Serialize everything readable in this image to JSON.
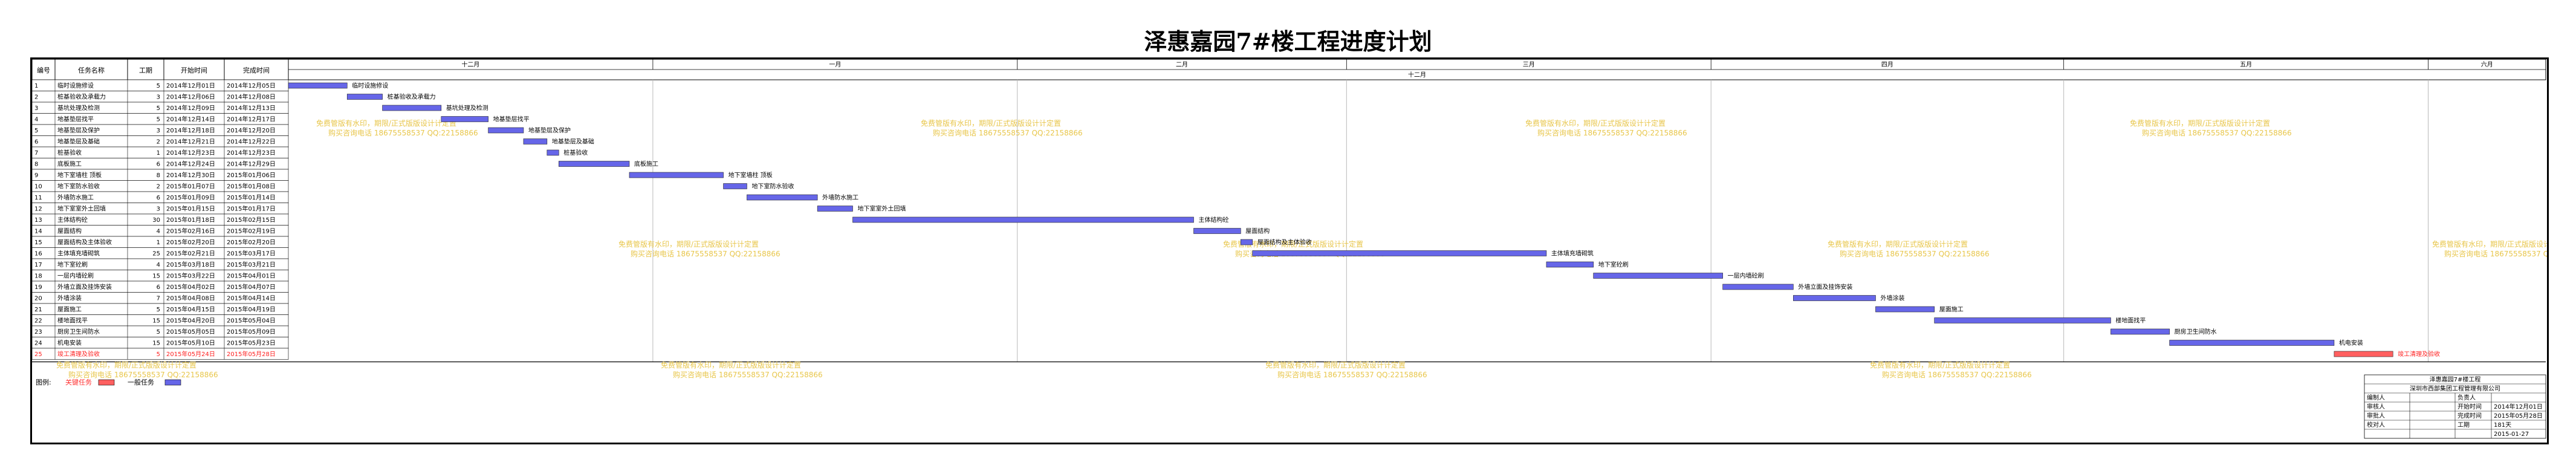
{
  "title": "泽惠嘉园7#楼工程进度计划",
  "headers": {
    "no": "编号",
    "task": "任务名称",
    "duration": "工期",
    "start": "开始时间",
    "end": "完成时间"
  },
  "timescale": {
    "months": [
      {
        "label": "十二月",
        "start": "2014-12-01",
        "end": "2014-12-31"
      },
      {
        "label": "一月",
        "start": "2015-01-01",
        "end": "2015-01-31"
      },
      {
        "label": "二月",
        "start": "2015-02-01",
        "end": "2015-02-28"
      },
      {
        "label": "三月",
        "start": "2015-03-01",
        "end": "2015-03-31"
      },
      {
        "label": "四月",
        "start": "2015-04-01",
        "end": "2015-04-30"
      },
      {
        "label": "五月",
        "start": "2015-05-01",
        "end": "2015-05-31"
      },
      {
        "label": "六月",
        "start": "2015-06-01",
        "end": "2015-06-10"
      }
    ],
    "sub_label": "十二月"
  },
  "watermark": {
    "line1": "免费管版有水印，期限/正式版版设计计定置",
    "line2": "购买咨询电话 18675558537 QQ:22158866"
  },
  "legend": {
    "label": "图例:",
    "critical": "关键任务",
    "normal": "一般任务"
  },
  "info": {
    "project": "泽惠嘉园7#楼工程",
    "company": "深圳市西部集团工程管理有限公司",
    "rows": [
      [
        "编制人",
        "",
        "负责人",
        ""
      ],
      [
        "审核人",
        "",
        "开始时间",
        "2014年12月01日"
      ],
      [
        "审批人",
        "",
        "完成时间",
        "2015年05月28日"
      ],
      [
        "校对人",
        "",
        "工期",
        "181天"
      ],
      [
        "",
        "",
        "",
        "2015-01-27"
      ]
    ]
  },
  "colors": {
    "normal": "#6666e8",
    "critical": "#ff6060",
    "watermark": "#e8c64a"
  },
  "chart_data": {
    "type": "gantt",
    "x_range": [
      "2014-12-01",
      "2015-06-10"
    ],
    "tasks": [
      {
        "no": "1",
        "name": "临时设施修设",
        "duration": "5",
        "start": "2014年12月01日",
        "end": "2014年12月05日",
        "start_date": "2014-12-01",
        "end_date": "2014-12-05",
        "critical": false
      },
      {
        "no": "2",
        "name": "桩基验收及承载力",
        "duration": "3",
        "start": "2014年12月06日",
        "end": "2014年12月08日",
        "start_date": "2014-12-06",
        "end_date": "2014-12-08",
        "critical": false
      },
      {
        "no": "3",
        "name": "基坑处理及检测",
        "duration": "5",
        "start": "2014年12月09日",
        "end": "2014年12月13日",
        "start_date": "2014-12-09",
        "end_date": "2014-12-13",
        "critical": false
      },
      {
        "no": "4",
        "name": "地基垫层找平",
        "duration": "5",
        "start": "2014年12月14日",
        "end": "2014年12月17日",
        "start_date": "2014-12-14",
        "end_date": "2014-12-17",
        "critical": false
      },
      {
        "no": "5",
        "name": "地基垫层及保护",
        "duration": "3",
        "start": "2014年12月18日",
        "end": "2014年12月20日",
        "start_date": "2014-12-18",
        "end_date": "2014-12-20",
        "critical": false
      },
      {
        "no": "6",
        "name": "地基垫层及基础",
        "duration": "2",
        "start": "2014年12月21日",
        "end": "2014年12月22日",
        "start_date": "2014-12-21",
        "end_date": "2014-12-22",
        "critical": false
      },
      {
        "no": "7",
        "name": "桩基验收",
        "duration": "1",
        "start": "2014年12月23日",
        "end": "2014年12月23日",
        "start_date": "2014-12-23",
        "end_date": "2014-12-23",
        "critical": false
      },
      {
        "no": "8",
        "name": "底板施工",
        "duration": "6",
        "start": "2014年12月24日",
        "end": "2014年12月29日",
        "start_date": "2014-12-24",
        "end_date": "2014-12-29",
        "critical": false
      },
      {
        "no": "9",
        "name": "地下室墙柱 顶板",
        "duration": "8",
        "start": "2014年12月30日",
        "end": "2015年01月06日",
        "start_date": "2014-12-30",
        "end_date": "2015-01-06",
        "critical": false
      },
      {
        "no": "10",
        "name": "地下室防水验收",
        "duration": "2",
        "start": "2015年01月07日",
        "end": "2015年01月08日",
        "start_date": "2015-01-07",
        "end_date": "2015-01-08",
        "critical": false
      },
      {
        "no": "11",
        "name": "外墙防水施工",
        "duration": "6",
        "start": "2015年01月09日",
        "end": "2015年01月14日",
        "start_date": "2015-01-09",
        "end_date": "2015-01-14",
        "critical": false
      },
      {
        "no": "12",
        "name": "地下室室外土回填",
        "duration": "3",
        "start": "2015年01月15日",
        "end": "2015年01月17日",
        "start_date": "2015-01-15",
        "end_date": "2015-01-17",
        "critical": false
      },
      {
        "no": "13",
        "name": "主体结构砼",
        "duration": "30",
        "start": "2015年01月18日",
        "end": "2015年02月15日",
        "start_date": "2015-01-18",
        "end_date": "2015-02-15",
        "critical": false
      },
      {
        "no": "14",
        "name": "屋面结构",
        "duration": "4",
        "start": "2015年02月16日",
        "end": "2015年02月19日",
        "start_date": "2015-02-16",
        "end_date": "2015-02-19",
        "critical": false
      },
      {
        "no": "15",
        "name": "屋面结构及主体验收",
        "duration": "1",
        "start": "2015年02月20日",
        "end": "2015年02月20日",
        "start_date": "2015-02-20",
        "end_date": "2015-02-20",
        "critical": false
      },
      {
        "no": "16",
        "name": "主体填充墙砌筑",
        "duration": "25",
        "start": "2015年02月21日",
        "end": "2015年03月17日",
        "start_date": "2015-02-21",
        "end_date": "2015-03-17",
        "critical": false
      },
      {
        "no": "17",
        "name": "地下室砼刷",
        "duration": "4",
        "start": "2015年03月18日",
        "end": "2015年03月21日",
        "start_date": "2015-03-18",
        "end_date": "2015-03-21",
        "critical": false
      },
      {
        "no": "18",
        "name": "一层内墙砼刷",
        "duration": "15",
        "start": "2015年03月22日",
        "end": "2015年04月01日",
        "start_date": "2015-03-22",
        "end_date": "2015-04-01",
        "critical": false
      },
      {
        "no": "19",
        "name": "外墙立面及挂饰安装",
        "duration": "6",
        "start": "2015年04月02日",
        "end": "2015年04月07日",
        "start_date": "2015-04-02",
        "end_date": "2015-04-07",
        "critical": false
      },
      {
        "no": "20",
        "name": "外墙涂装",
        "duration": "7",
        "start": "2015年04月08日",
        "end": "2015年04月14日",
        "start_date": "2015-04-08",
        "end_date": "2015-04-14",
        "critical": false
      },
      {
        "no": "21",
        "name": "屋面施工",
        "duration": "5",
        "start": "2015年04月15日",
        "end": "2015年04月19日",
        "start_date": "2015-04-15",
        "end_date": "2015-04-19",
        "critical": false
      },
      {
        "no": "22",
        "name": "楼地面找平",
        "duration": "15",
        "start": "2015年04月20日",
        "end": "2015年05月04日",
        "start_date": "2015-04-20",
        "end_date": "2015-05-04",
        "critical": false
      },
      {
        "no": "23",
        "name": "厨房卫生间防水",
        "duration": "5",
        "start": "2015年05月05日",
        "end": "2015年05月09日",
        "start_date": "2015-05-05",
        "end_date": "2015-05-09",
        "critical": false
      },
      {
        "no": "24",
        "name": "机电安装",
        "duration": "15",
        "start": "2015年05月10日",
        "end": "2015年05月23日",
        "start_date": "2015-05-10",
        "end_date": "2015-05-23",
        "critical": false
      },
      {
        "no": "25",
        "name": "竣工清理及验收",
        "duration": "5",
        "start": "2015年05月24日",
        "end": "2015年05月28日",
        "start_date": "2015-05-24",
        "end_date": "2015-05-28",
        "critical": true
      }
    ]
  }
}
